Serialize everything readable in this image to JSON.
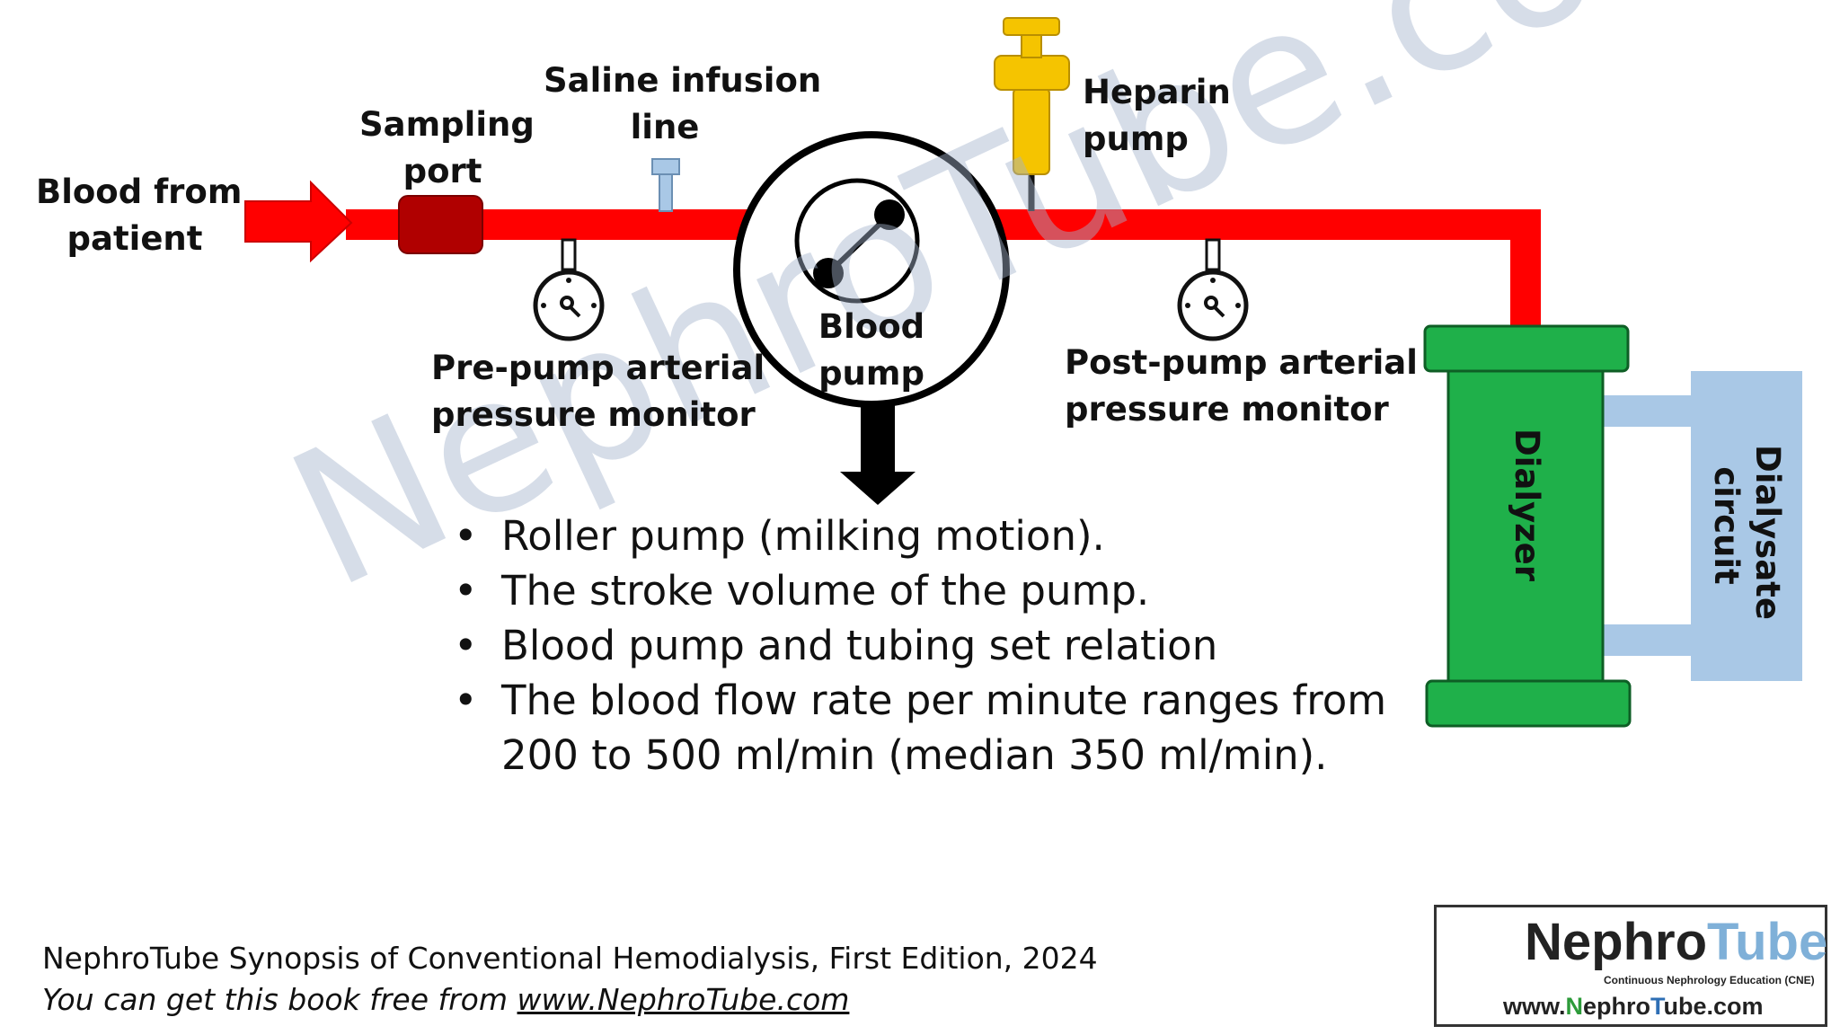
{
  "labels": {
    "blood_from_patient": [
      "Blood from",
      "patient"
    ],
    "sampling_port": [
      "Sampling",
      "port"
    ],
    "saline_line": [
      "Saline infusion",
      "line"
    ],
    "heparin_pump": [
      "Heparin",
      "pump"
    ],
    "blood_pump": "Blood pump",
    "pre_pump_monitor": [
      "Pre-pump arterial",
      "pressure monitor"
    ],
    "post_pump_monitor": [
      "Post-pump arterial",
      "pressure monitor"
    ],
    "dialyzer": "Dialyzer",
    "dialysate_circuit": [
      "Dialysate",
      "circuit"
    ]
  },
  "bullets": [
    "Roller pump (milking motion).",
    "The stroke volume of the pump.",
    "Blood pump and tubing set relation",
    "The blood flow rate per minute ranges from",
    "200 to 500 ml/min (median 350 ml/min)."
  ],
  "footer": {
    "line1": "NephroTube Synopsis of Conventional Hemodialysis, First Edition, 2024",
    "line2_prefix": "You can get this book free from ",
    "line2_link": "www.NephroTube.com"
  },
  "watermark": "NephroTube.com",
  "logo": {
    "name_part1": "Nephro",
    "name_part2": "Tube",
    "tagline": "Continuous Nephrology Education (CNE)",
    "url_parts": [
      "www.",
      "N",
      "ephro",
      "T",
      "ube.com"
    ]
  },
  "colors": {
    "blood_line": "#ff0000",
    "sampling_port": "#b00000",
    "dialyzer": "#1fb04a",
    "dialysate": "#a9c8e6",
    "heparin": "#f5c400",
    "saline": "#a9c8e6"
  }
}
